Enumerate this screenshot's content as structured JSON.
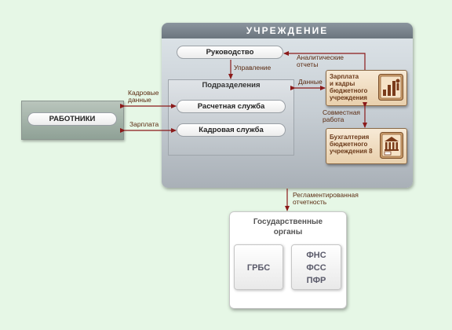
{
  "institution": {
    "title": "УЧРЕЖДЕНИЕ"
  },
  "management": {
    "label": "Руководство"
  },
  "subdivisions": {
    "title": "Подразделения",
    "payroll_service": "Расчетная служба",
    "hr_service": "Кадровая служба"
  },
  "workers": {
    "label": "РАБОТНИКИ"
  },
  "salary_system": {
    "lines": [
      "Зарплата",
      "и кадры",
      "бюджетного",
      "учреждения"
    ]
  },
  "accounting_system": {
    "lines": [
      "Бухгалтерия",
      "бюджетного",
      "учреждения 8"
    ]
  },
  "connections": {
    "analytic_reports": [
      "Аналитические",
      "отчеты"
    ],
    "management_flow": "Управление",
    "data": "Данные",
    "hr_data": [
      "Кадровые",
      "данные"
    ],
    "salary": "Зарплата",
    "joint_work": [
      "Совместная",
      "работа"
    ],
    "regulated_reports": [
      "Регламентированная",
      "отчетность"
    ]
  },
  "government": {
    "title": [
      "Государственные",
      "органы"
    ],
    "grbs": "ГРБС",
    "funds": [
      "ФНС",
      "ФСС",
      "ПФР"
    ]
  },
  "colors": {
    "background": "#e6f7e6",
    "arrow": "#8b1a1a",
    "label": "#5a2a10",
    "accent": "#6b3a1a"
  }
}
